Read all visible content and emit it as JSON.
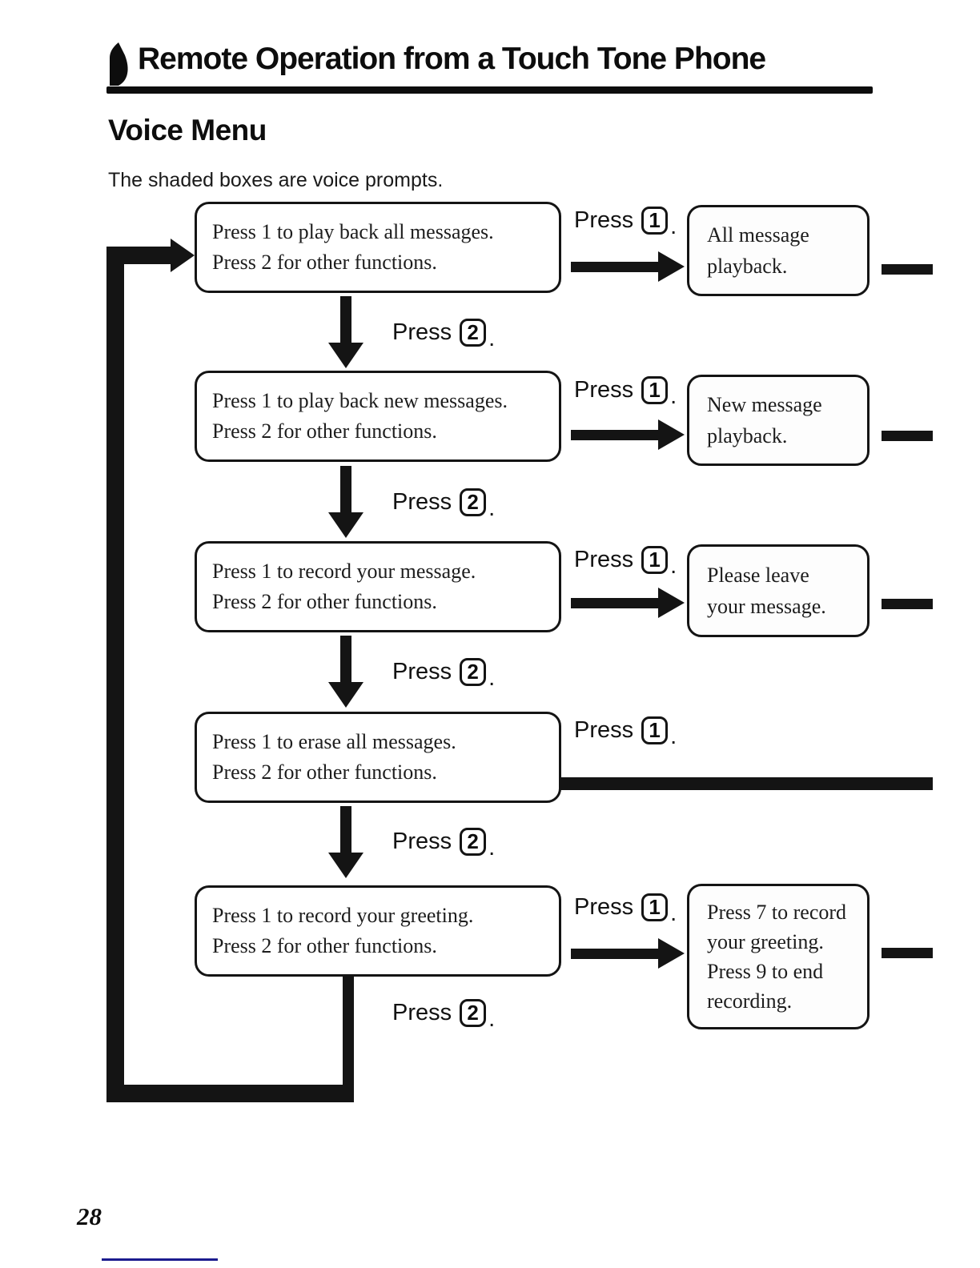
{
  "header": {
    "bullet_icon": "pen-nib-bullet",
    "title": "Remote Operation from a Touch Tone Phone"
  },
  "section": {
    "title": "Voice Menu",
    "intro": "The shaded boxes are voice prompts."
  },
  "labels": {
    "press": "Press",
    "period": "."
  },
  "flow": {
    "rows": [
      {
        "menu_lines": [
          "Press 1 to play back all messages.",
          "Press 2 for other functions."
        ],
        "key1": "1",
        "key2": "2",
        "result_lines": [
          "All message",
          "playback."
        ]
      },
      {
        "menu_lines": [
          "Press 1 to play back new messages.",
          "Press 2 for other functions."
        ],
        "key1": "1",
        "key2": "2",
        "result_lines": [
          "New message",
          "playback."
        ]
      },
      {
        "menu_lines": [
          "Press 1 to record your message.",
          "Press 2 for other functions."
        ],
        "key1": "1",
        "key2": "2",
        "result_lines": [
          "Please leave",
          "your message."
        ]
      },
      {
        "menu_lines": [
          "Press 1 to erase all messages.",
          "Press 2 for other functions."
        ],
        "key1": "1",
        "key2": "2"
      },
      {
        "menu_lines": [
          "Press 1 to record your greeting.",
          "Press 2 for other functions."
        ],
        "key1": "1",
        "key2": "2",
        "result_lines": [
          "Press 7 to record",
          "your greeting.",
          "Press 9 to end",
          "recording."
        ]
      }
    ]
  },
  "footer": {
    "page_number": "28"
  },
  "colors": {
    "ink": "#141414",
    "footer_rule": "#1b1b8e",
    "paper": "#ffffff"
  }
}
